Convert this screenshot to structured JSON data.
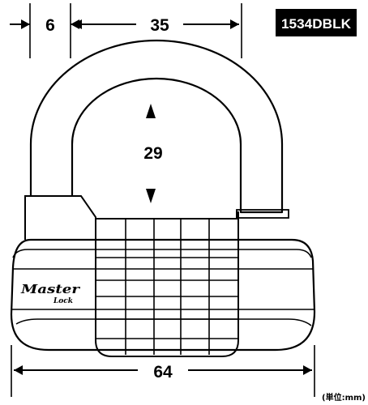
{
  "model": "1534DBLK",
  "unit": "(単位:mm)",
  "brand": {
    "line1": "Master",
    "line2": "Lock"
  },
  "dimensions": {
    "shackle_thickness": "6",
    "shackle_inner_width": "35",
    "shackle_clearance": "29",
    "body_width": "64"
  },
  "colors": {
    "stroke": "#000000",
    "badge": "#000000",
    "background": "#ffffff"
  },
  "icons": [
    "arrow-left-icon",
    "arrow-right-icon",
    "arrow-up-icon",
    "arrow-down-icon"
  ]
}
